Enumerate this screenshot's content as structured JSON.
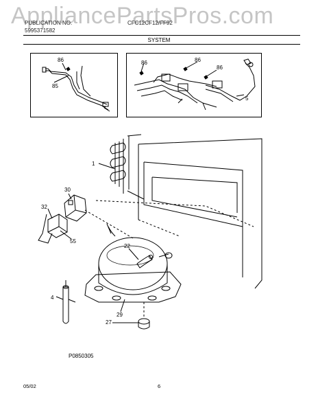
{
  "watermark": "AppliancePartsPros.com",
  "header": {
    "left_line1": "PUBLICATION NO.",
    "left_line2": "5995371582",
    "center": "CFC12CF12/FF92",
    "section_title": "SYSTEM"
  },
  "callouts": {
    "box1": [
      "86",
      "85"
    ],
    "box2": [
      "86",
      "86",
      "86",
      "5"
    ],
    "main": [
      "1",
      "30",
      "32",
      "55",
      "22",
      "4",
      "29",
      "27"
    ]
  },
  "figure_number": "P0850305",
  "footer": {
    "date": "05/02",
    "page": "6"
  }
}
